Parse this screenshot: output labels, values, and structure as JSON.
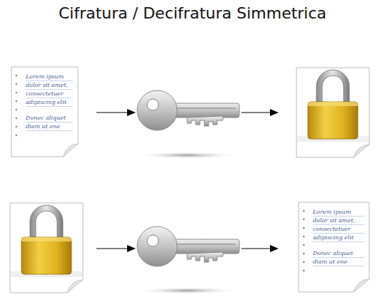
{
  "diagram": {
    "title": "Cifratura / Decifratura Simmetrica",
    "nodes": [
      {
        "text": [
          "Lorem ipsum dolor sit amet, consectetuer adipiscing elit",
          "Donec aliquet diam ut ene"
        ]
      },
      {
        "text": [
          "Lorem ipsum dolor sit amet, consectetuer adipiscing elit",
          "Donec aliquet diam ut ene"
        ]
      }
    ]
  }
}
